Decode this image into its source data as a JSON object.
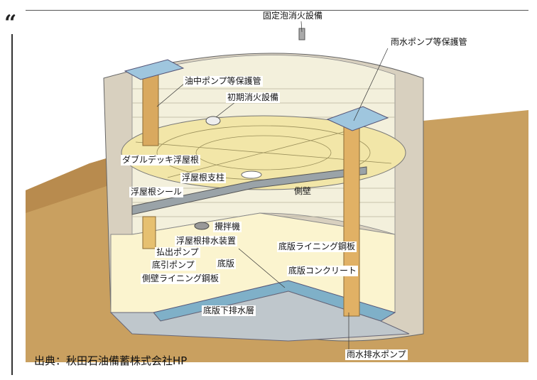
{
  "quote_mark": "“",
  "caption": "出典：秋田石油備蓄株式会社HP",
  "labels": {
    "foam": "固定泡消火設備",
    "rainwater_pipe": "雨水ポンプ等保護管",
    "oil_pump_pipe": "油中ポンプ等保護管",
    "initial_fire": "初期消火設備",
    "double_deck": "ダブルデッキ浮屋根",
    "roof_support": "浮屋根支柱",
    "roof_seal": "浮屋根シール",
    "side_wall": "側壁",
    "agitator": "攪拌機",
    "drain_device": "浮屋根排水装置",
    "discharge_pump": "払出ポンプ",
    "bottom_pump": "底引ポンプ",
    "bottom_plate": "底版",
    "bottom_lining": "底版ライニング鋼板",
    "bottom_concrete": "底版コンクリート",
    "wall_lining": "側壁ライニング鋼板",
    "under_drain": "底版下排水層",
    "rain_drain_pump": "雨水排水ポンプ"
  }
}
